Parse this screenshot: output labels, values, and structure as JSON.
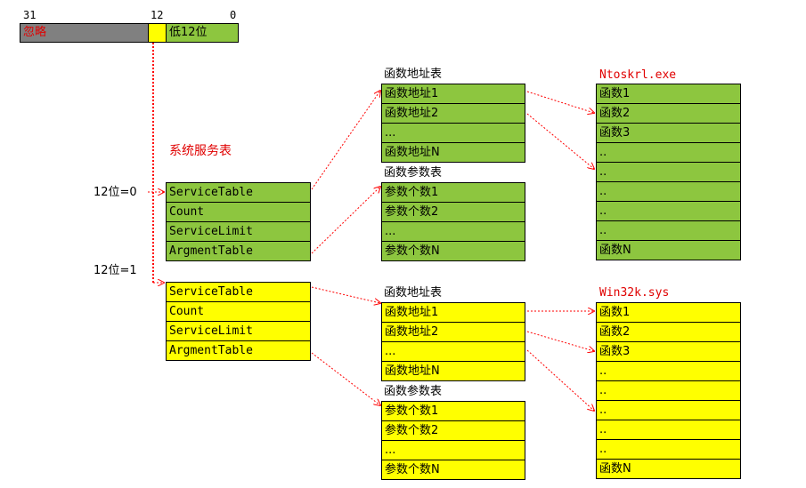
{
  "register": {
    "bit_labels": [
      "31",
      "12",
      "0"
    ],
    "ignore_label": "忽略",
    "low12_label": "低12位"
  },
  "system_service_table_title": "系统服务表",
  "branch_labels": [
    "12位=0",
    "12位=1"
  ],
  "descriptor_fields": [
    "ServiceTable",
    "Count",
    "ServiceLimit",
    "ArgmentTable"
  ],
  "groups": [
    {
      "module_title": "Ntoskrl.exe",
      "func_addr_title": "函数地址表",
      "func_addr_rows": [
        "函数地址1",
        "函数地址2",
        "...",
        "函数地址N"
      ],
      "param_title": "函数参数表",
      "param_rows": [
        "参数个数1",
        "参数个数2",
        "...",
        "参数个数N"
      ],
      "module_rows": [
        "函数1",
        "函数2",
        "函数3",
        "..",
        "..",
        "..",
        "..",
        "..",
        "函数N"
      ]
    },
    {
      "module_title": "Win32k.sys",
      "func_addr_title": "函数地址表",
      "func_addr_rows": [
        "函数地址1",
        "函数地址2",
        "...",
        "函数地址N"
      ],
      "param_title": "函数参数表",
      "param_rows": [
        "参数个数1",
        "参数个数2",
        "...",
        "参数个数N"
      ],
      "module_rows": [
        "函数1",
        "函数2",
        "函数3",
        "..",
        "..",
        "..",
        "..",
        "..",
        "函数N"
      ]
    }
  ],
  "colors": {
    "group0_fill": "#8dc63f",
    "group1_fill": "#ffff00",
    "ignore_fill": "#808080",
    "arrow": "#ff0000",
    "title_red": "#e00000"
  }
}
